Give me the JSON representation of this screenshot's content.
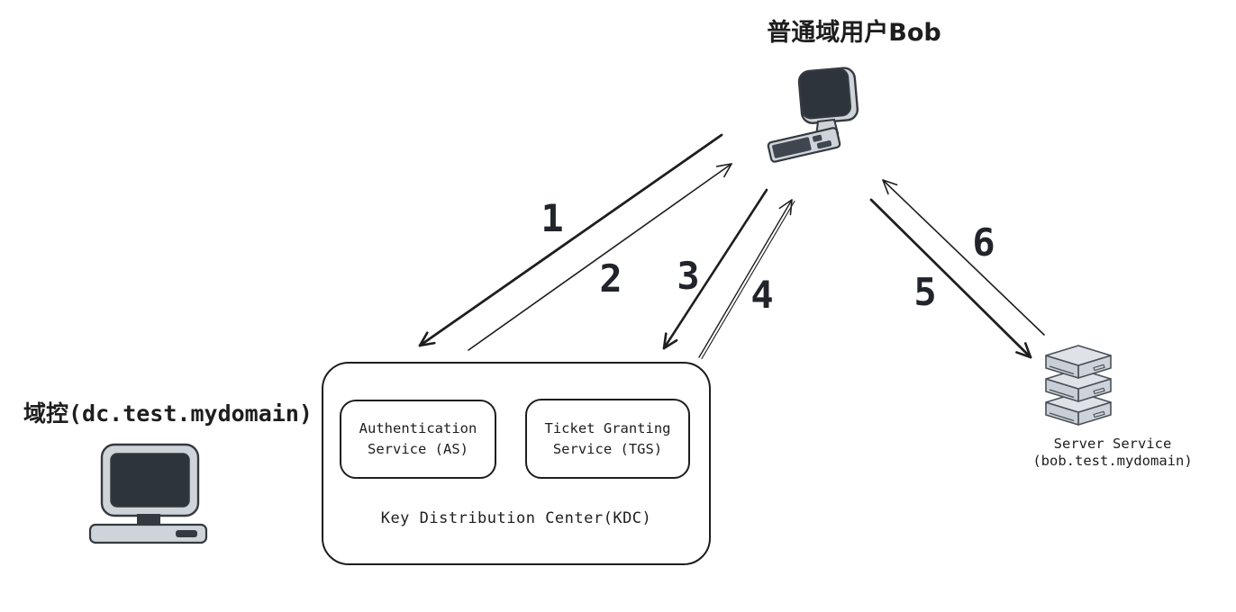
{
  "diagram": {
    "background": "#ffffff",
    "line_color": "#1e1e1e"
  },
  "nodes": {
    "client": {
      "label": "普通域用户Bob",
      "icon": "desktop-computer-isometric"
    },
    "domain_controller": {
      "label": "域控(dc.test.mydomain)",
      "icon": "desktop-computer-front"
    },
    "kdc": {
      "label": "Key Distribution Center(KDC)",
      "as_label": "Authentication Service (AS)",
      "tgs_label": "Ticket Granting Service (TGS)"
    },
    "server": {
      "name": "Server Service",
      "host": "(bob.test.mydomain)",
      "icon": "server-stack-isometric"
    }
  },
  "arrows": [
    {
      "number": "1",
      "from": "client",
      "to": "kdc",
      "weight": "thick"
    },
    {
      "number": "2",
      "from": "kdc",
      "to": "client",
      "weight": "thin"
    },
    {
      "number": "3",
      "from": "client",
      "to": "kdc",
      "weight": "thick"
    },
    {
      "number": "4",
      "from": "kdc",
      "to": "client",
      "weight": "thin"
    },
    {
      "number": "5",
      "from": "client",
      "to": "server",
      "weight": "thick"
    },
    {
      "number": "6",
      "from": "server",
      "to": "client",
      "weight": "thin"
    }
  ],
  "colors": {
    "stroke": "#1e1e1e",
    "icon_stroke": "#343a40",
    "icon_light": "#ced4da",
    "icon_dark": "#2e343b",
    "server_stroke": "#495057",
    "server_top": "#dfe3e8",
    "server_face": "#c9cfd6"
  }
}
